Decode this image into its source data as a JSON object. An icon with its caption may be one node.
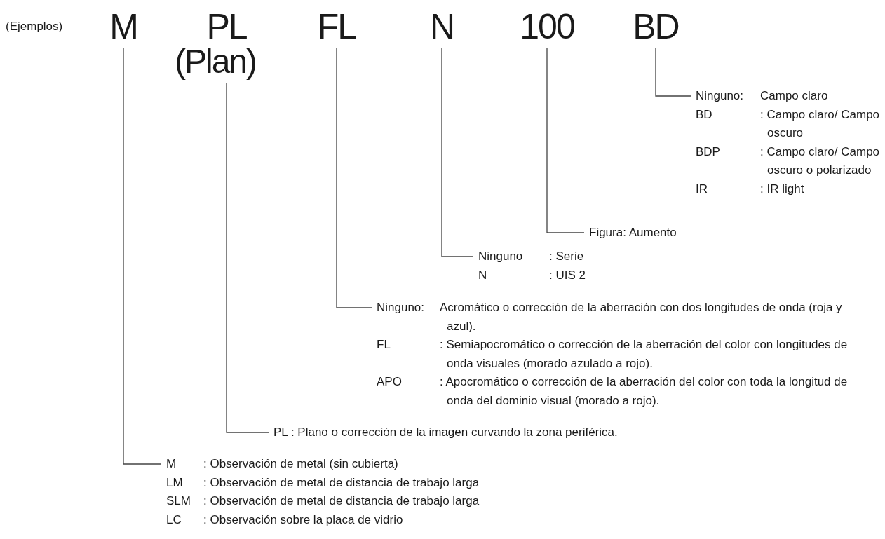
{
  "diagram": {
    "nodes": [
      {
        "text": [
          "M"
        ]
      },
      {
        "text": [
          "PL"
        ],
        "beside": [
          "(Plan)"
        ]
      },
      {
        "text": [
          "FL"
        ]
      },
      {
        "text": [
          "N"
        ]
      },
      {
        "text": [
          "100"
        ]
      },
      {
        "text": [
          "BD"
        ]
      },
      {
        "text": [
          "Ninguno:",
          "Campo claro",
          "BD",
          ": Campo claro/ Campo oscuro",
          "BDP",
          ": Campo claro/ Campo oscuro o polarizado",
          "IR",
          ": IR light"
        ]
      },
      {
        "text": [
          "Figura: Aumento"
        ]
      },
      {
        "text": [
          "Ninguno",
          ": Serie",
          "N",
          ": UIS 2"
        ]
      },
      {
        "text": [
          "Ninguno:",
          "Acromático o corrección de la aberración con dos longitudes de onda (roja y azul).",
          "FL",
          ": Semiapocromático o corrección de la aberración del color con longitudes de onda visuales (morado azulado a rojo).",
          "APO",
          ": Apocromático o corrección de la aberración del color con toda la longitud de onda del dominio visual (morado a rojo)."
        ]
      },
      {
        "text": [
          "PL : Plano o corrección de la imagen curvando la zona periférica."
        ]
      },
      {
        "text": [
          "M",
          ": Observación de metal (sin cubierta)",
          "LM",
          ": Observación de metal de distancia de trabajo larga",
          "SLM",
          ": Observación de metal de distancia de trabajo larga",
          "LC",
          ": Observación sobre la placa de vidrio"
        ]
      }
    ],
    "edges": [
      {
        "from": 5,
        "to": 6,
        "arrow": "none"
      },
      {
        "from": 4,
        "to": 7,
        "arrow": "none"
      },
      {
        "from": 3,
        "to": 8,
        "arrow": "none"
      },
      {
        "from": 2,
        "to": 9,
        "arrow": "none"
      },
      {
        "from": 1,
        "to": 10,
        "arrow": "none"
      },
      {
        "from": 0,
        "to": 11,
        "arrow": "none"
      }
    ],
    "labels": [
      "(Ejemplos)"
    ]
  }
}
